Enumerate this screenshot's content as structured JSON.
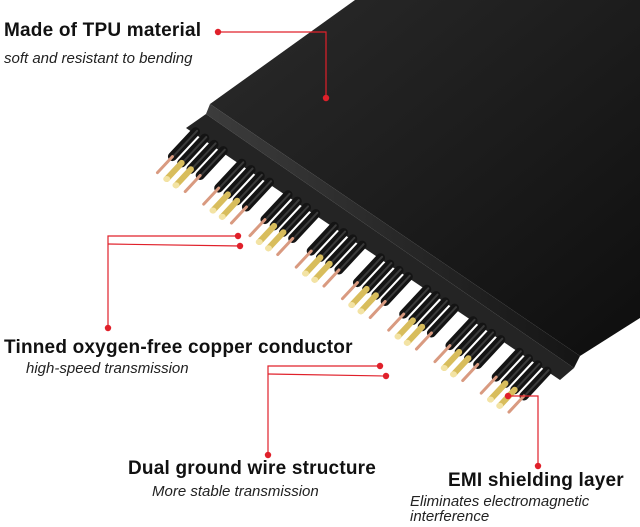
{
  "colors": {
    "accent": "#e0202a",
    "cable": "#1d1d1d",
    "pin_gold": "#d8bd5c",
    "pin_copper": "#d99a80",
    "text": "#111111"
  },
  "callouts": [
    {
      "title": "Made of TPU material",
      "subtitle": "soft and resistant to bending"
    },
    {
      "title": "Tinned oxygen-free copper conductor",
      "subtitle": "high-speed transmission"
    },
    {
      "title": "Dual ground wire structure",
      "subtitle": "More stable transmission"
    },
    {
      "title": "EMI shielding layer",
      "subtitle": "Eliminates electromagnetic interference"
    }
  ]
}
